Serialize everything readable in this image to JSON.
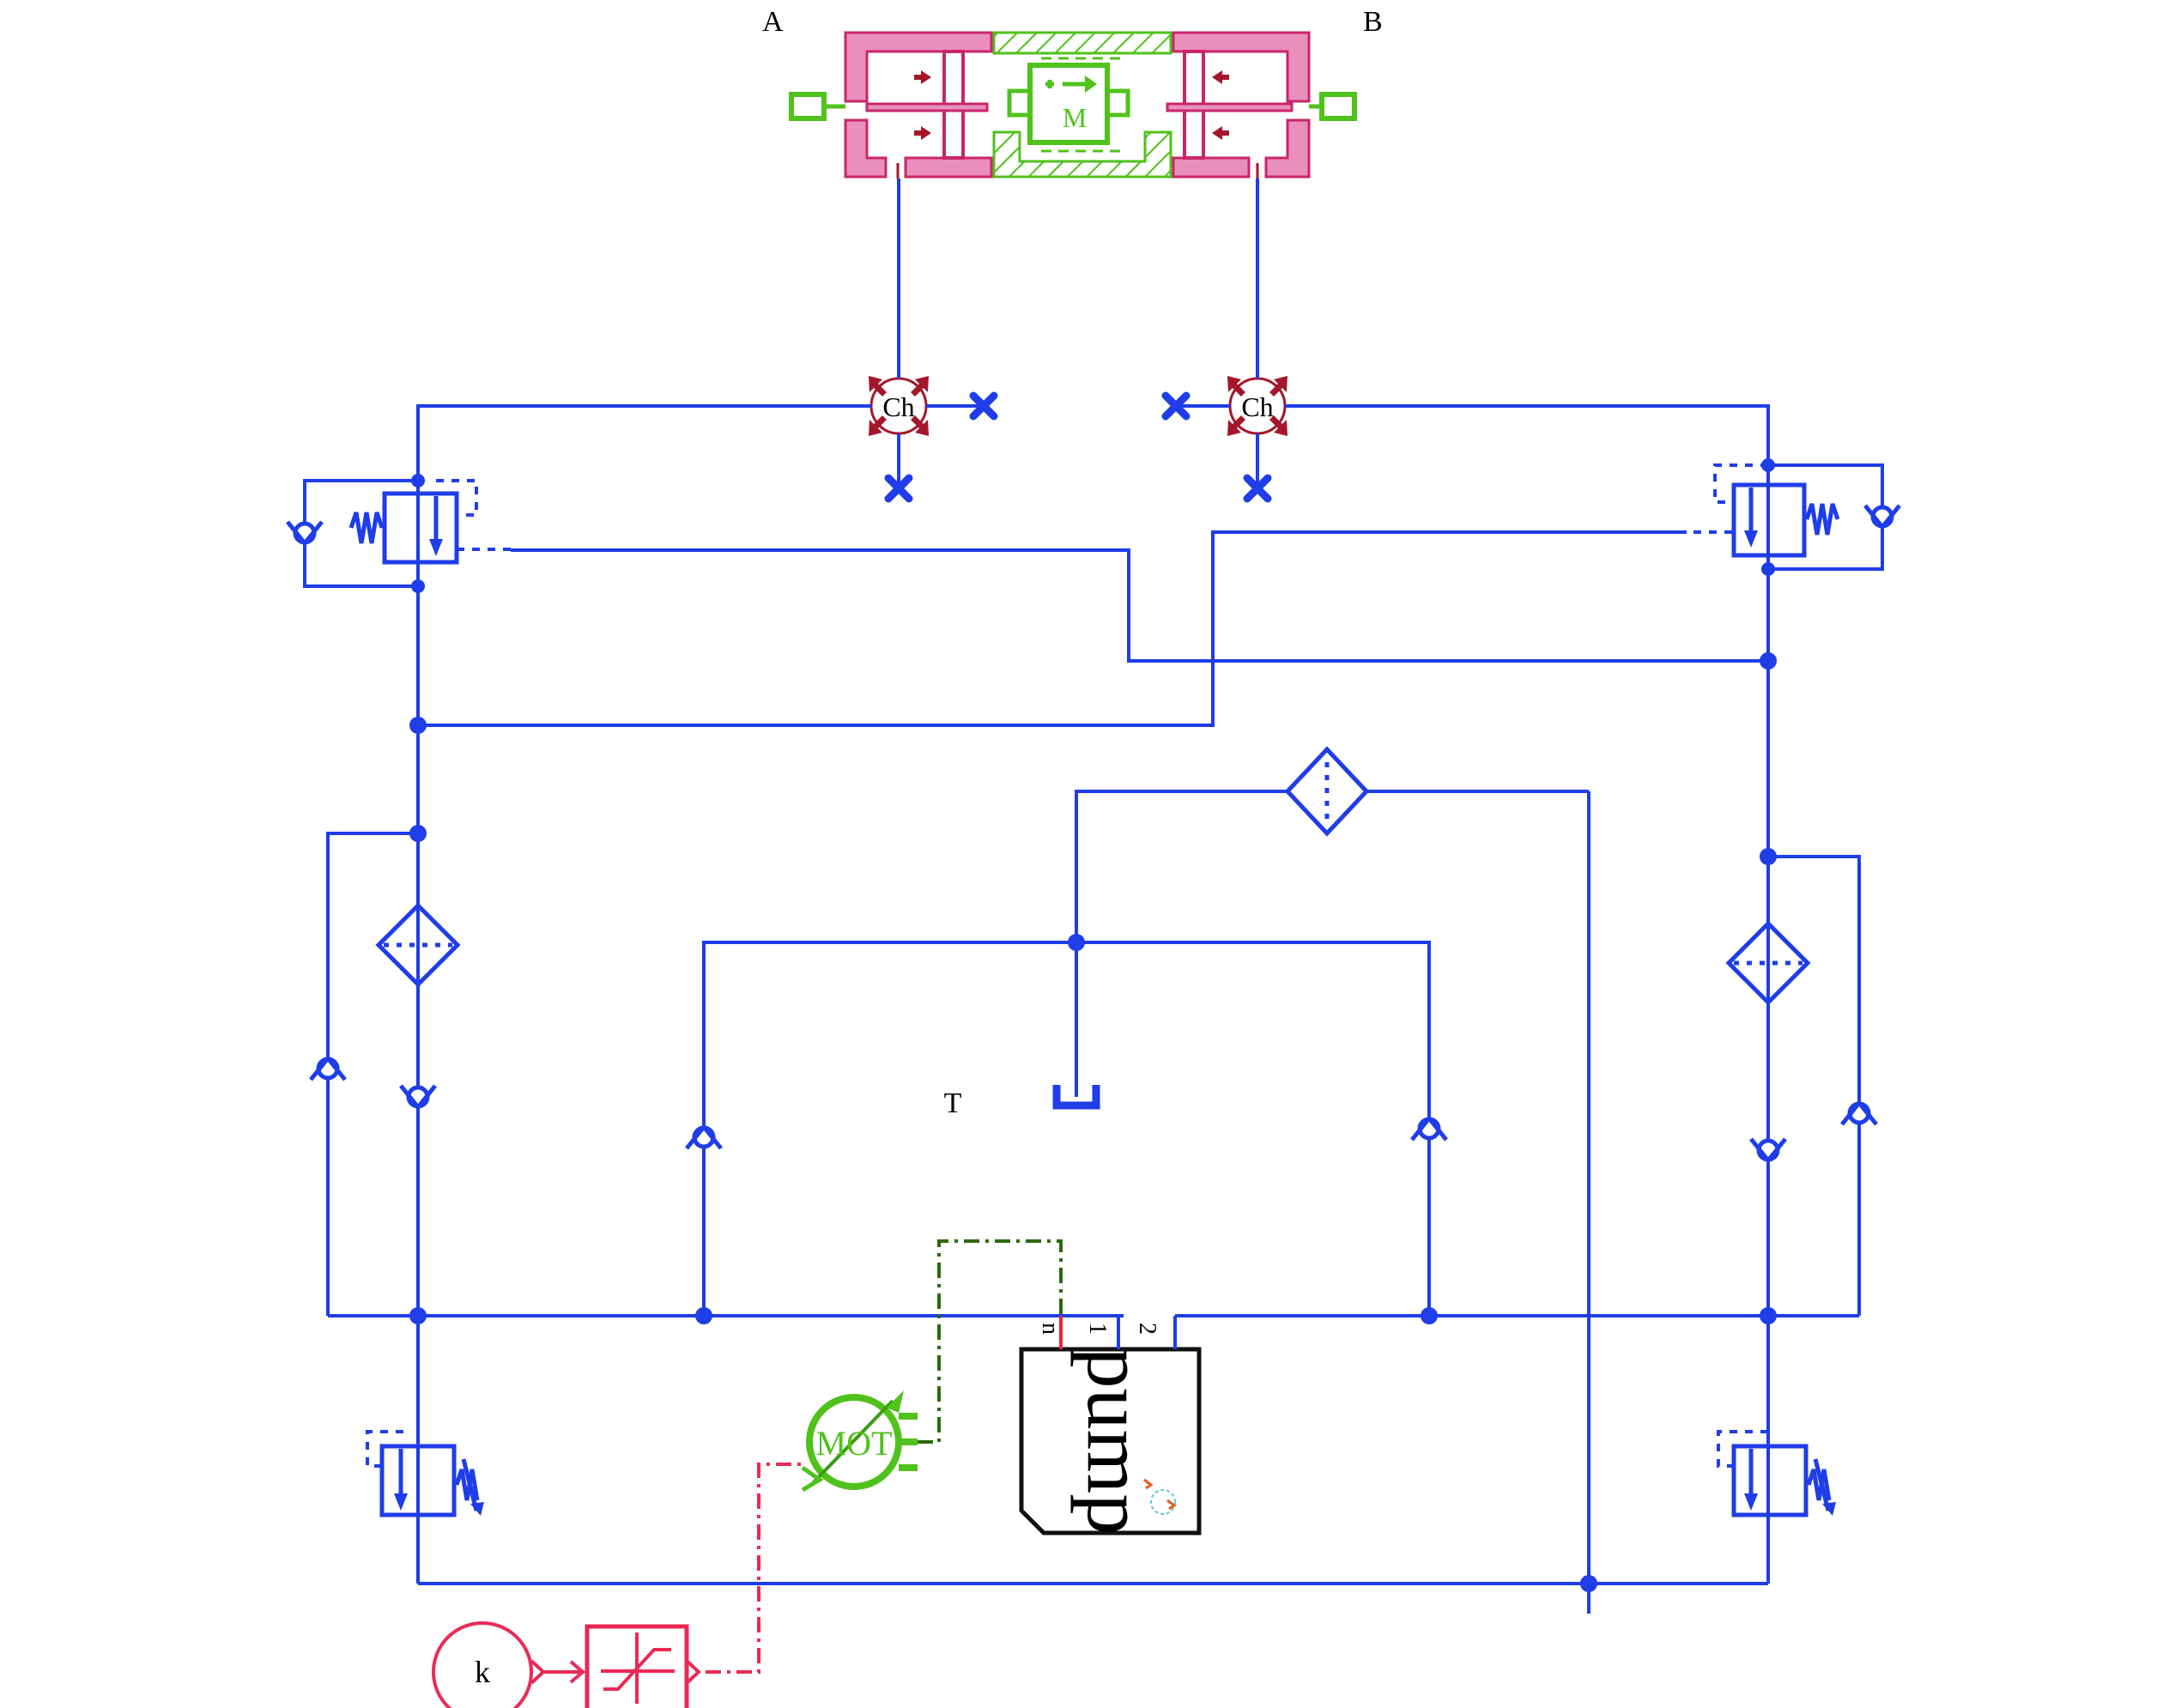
{
  "labels": {
    "port_a": "A",
    "port_b": "B",
    "tank": "T",
    "chamber_left": "Ch",
    "chamber_right": "Ch",
    "mass": "M",
    "motor": "MOT",
    "pump": "pump",
    "pump_port_n": "n",
    "pump_port_1": "1",
    "pump_port_2": "2",
    "constant": "k"
  },
  "colors": {
    "hydraulic": "#1f3de8",
    "mechanical": "#4fc21c",
    "actuator": "#ea8fbc",
    "signal": "#ea2a55",
    "chamber": "#a4172a"
  }
}
